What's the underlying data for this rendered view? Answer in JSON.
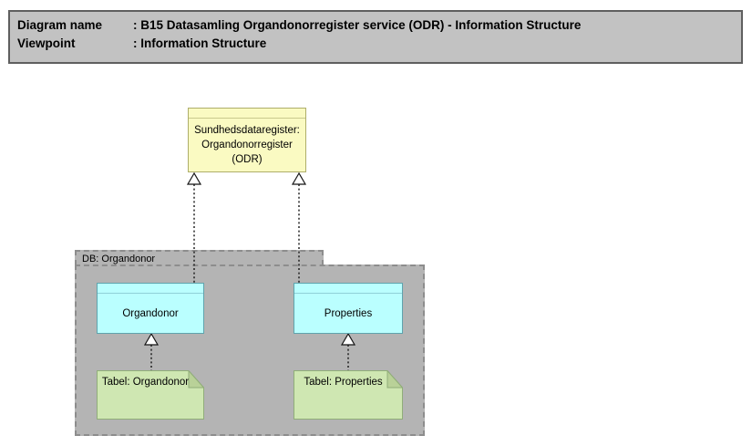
{
  "header": {
    "rows": [
      {
        "label": "Diagram name",
        "value": ": B15 Datasamling Organdonorregister service (ODR) - Information Structure"
      },
      {
        "label": "Viewpoint",
        "value": ": Information Structure"
      }
    ]
  },
  "group": {
    "label": "DB: Organdonor"
  },
  "nodes": {
    "register": {
      "label": "Sundhedsdataregister: Organdonorregister (ODR)"
    },
    "organdonor": {
      "label": "Organdonor"
    },
    "properties": {
      "label": "Properties"
    },
    "tabel_organdonor": {
      "label": "Tabel: Organdonor"
    },
    "tabel_properties": {
      "label": "Tabel: Properties"
    }
  },
  "connectors": [
    {
      "name": "realization-organdonor-to-register"
    },
    {
      "name": "realization-properties-to-register"
    },
    {
      "name": "realization-tabel-organdonor-to-organdonor"
    },
    {
      "name": "realization-tabel-properties-to-properties"
    }
  ],
  "colors": {
    "header_fill": "#c2c2c2",
    "header_border": "#5f5f5f",
    "group_fill": "#b4b4b4",
    "group_border": "#8d8d8d",
    "register_fill": "#fafac2",
    "register_border": "#aeae6a",
    "object_fill": "#baffff",
    "object_border": "#5fa3ad",
    "note_fill": "#cfe7b2",
    "note_border": "#90ad79",
    "note_fold_fill": "#b9d198",
    "connector_color": "#151515"
  }
}
